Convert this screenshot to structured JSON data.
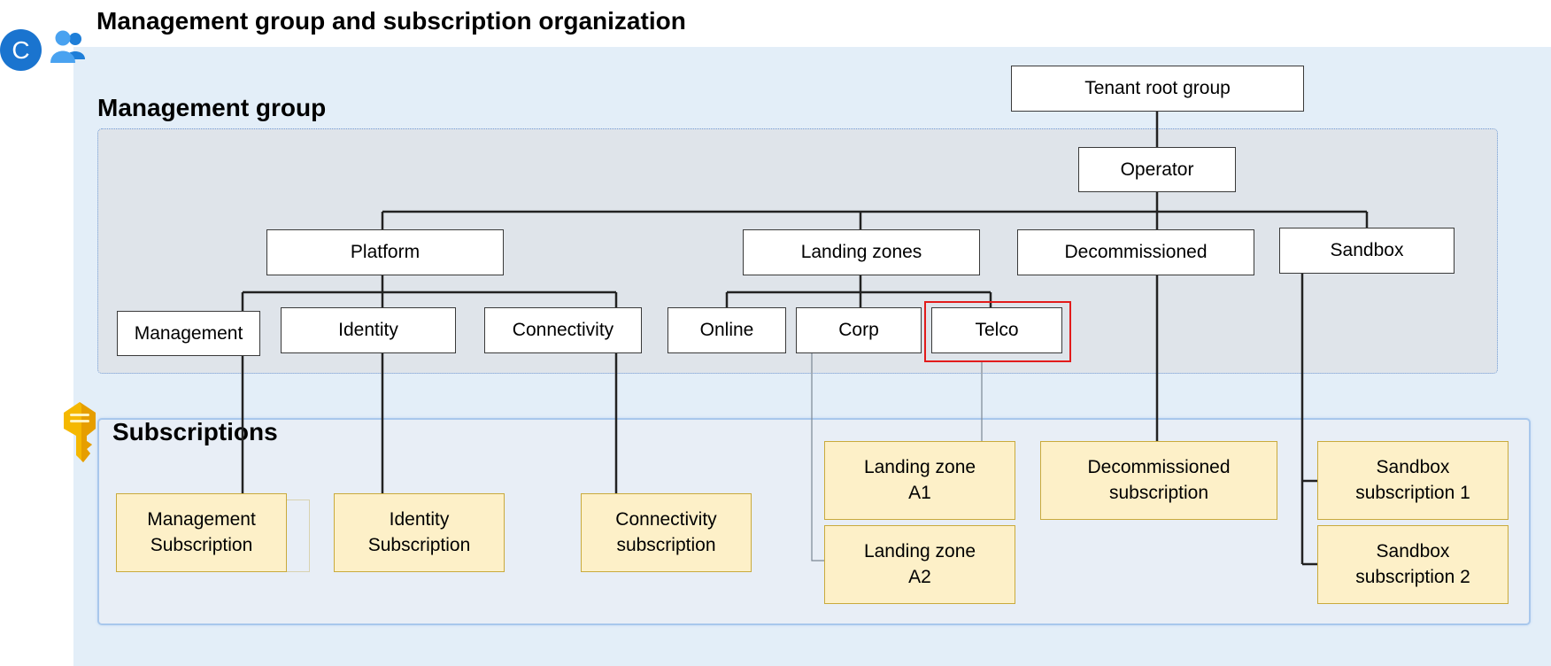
{
  "title": "Management group and subscription organization",
  "badge_letter": "C",
  "sections": {
    "management_group": "Management group",
    "subscriptions": "Subscriptions"
  },
  "management_groups": {
    "tenant_root": "Tenant root group",
    "operator": "Operator",
    "platform": "Platform",
    "landing_zones": "Landing zones",
    "decommissioned": "Decommissioned",
    "sandbox": "Sandbox",
    "management": "Management",
    "identity": "Identity",
    "connectivity": "Connectivity",
    "online": "Online",
    "corp": "Corp",
    "telco": "Telco"
  },
  "subscriptions": {
    "management": "Management\nSubscription",
    "identity": "Identity\nSubscription",
    "connectivity": "Connectivity\nsubscription",
    "landing_zone_a1": "Landing zone\nA1",
    "landing_zone_a2": "Landing zone\nA2",
    "decommissioned": "Decommissioned\nsubscription",
    "sandbox_1": "Sandbox\nsubscription 1",
    "sandbox_2": "Sandbox\nsubscription 2"
  },
  "highlighted_group": "Telco",
  "icons": {
    "badge": "letter-c-badge",
    "users": "users-icon",
    "key": "key-icon"
  },
  "colors": {
    "page_panel": "#e3eef8",
    "management_group_panel": "#dfe4ea",
    "subscriptions_panel": "#e8eef6",
    "subscription_box": "#fdf0c8",
    "subscription_border": "#c9aa3c",
    "highlight": "#e21b1b",
    "badge": "#1a74cf"
  }
}
